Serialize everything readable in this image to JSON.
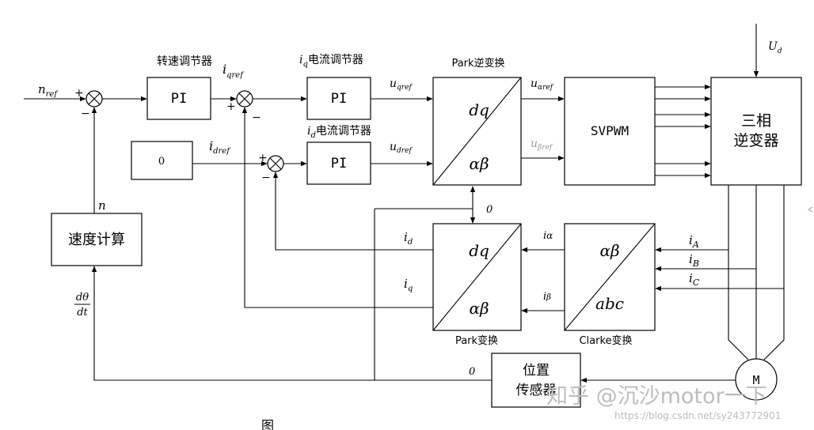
{
  "caption": "图",
  "blocks": {
    "speed_pi": "PI",
    "iq_pi": "PI",
    "id_pi": "PI",
    "zero_box": "0",
    "svpwm": "SVPWM",
    "inverter_line1": "三相",
    "inverter_line2": "逆变器",
    "speed_calc": "速度计算",
    "position_sensor_line1": "位置",
    "position_sensor_line2": "传感器",
    "motor": "M",
    "park_inv_top": "dq",
    "park_inv_bottom": "αβ",
    "park_top": "dq",
    "park_bottom": "αβ",
    "clarke_top": "αβ",
    "clarke_bottom": "abc"
  },
  "titles": {
    "speed_regulator": "转速调节器",
    "iq_regulator_sym": "i",
    "iq_regulator_sub": "q",
    "iq_regulator_text": "电流调节器",
    "id_regulator_sym": "i",
    "id_regulator_sub": "d",
    "id_regulator_text": "电流调节器",
    "park_inverse": "Park逆变换",
    "park": "Park变换",
    "clarke": "Clarke变换"
  },
  "signals": {
    "n_ref": {
      "sym": "n",
      "sub": "ref"
    },
    "i_qref": {
      "sym": "i",
      "sub": "qref"
    },
    "i_dref": {
      "sym": "i",
      "sub": "dref"
    },
    "u_qref": {
      "sym": "u",
      "sub": "qref"
    },
    "u_dref": {
      "sym": "u",
      "sub": "dref"
    },
    "u_alpharef": {
      "sym": "u",
      "sub": "αref"
    },
    "u_betaref": {
      "sym": "u",
      "sub": "βref"
    },
    "U_d": {
      "sym": "U",
      "sub": "d"
    },
    "n": "n",
    "dtheta": "dθ",
    "dt": "dt",
    "zero_top": "0",
    "zero_bottom": "0",
    "i_d": {
      "sym": "i",
      "sub": "d"
    },
    "i_q": {
      "sym": "i",
      "sub": "q"
    },
    "i_alpha": {
      "sym": "i",
      "sub": "α"
    },
    "i_beta": {
      "sym": "i",
      "sub": "β"
    },
    "i_A": {
      "sym": "i",
      "sub": "A"
    },
    "i_B": {
      "sym": "i",
      "sub": "B"
    },
    "i_C": {
      "sym": "i",
      "sub": "C"
    }
  },
  "signs": {
    "s1_plus": "+",
    "s1_minus": "−",
    "s2_plus": "+",
    "s2_minus": "−",
    "s3_plus": "+",
    "s3_minus": "−"
  },
  "watermark": {
    "zhihu": "知乎 @沉沙motor一下",
    "csdn": "https://blog.csdn.net/sy243772901"
  }
}
